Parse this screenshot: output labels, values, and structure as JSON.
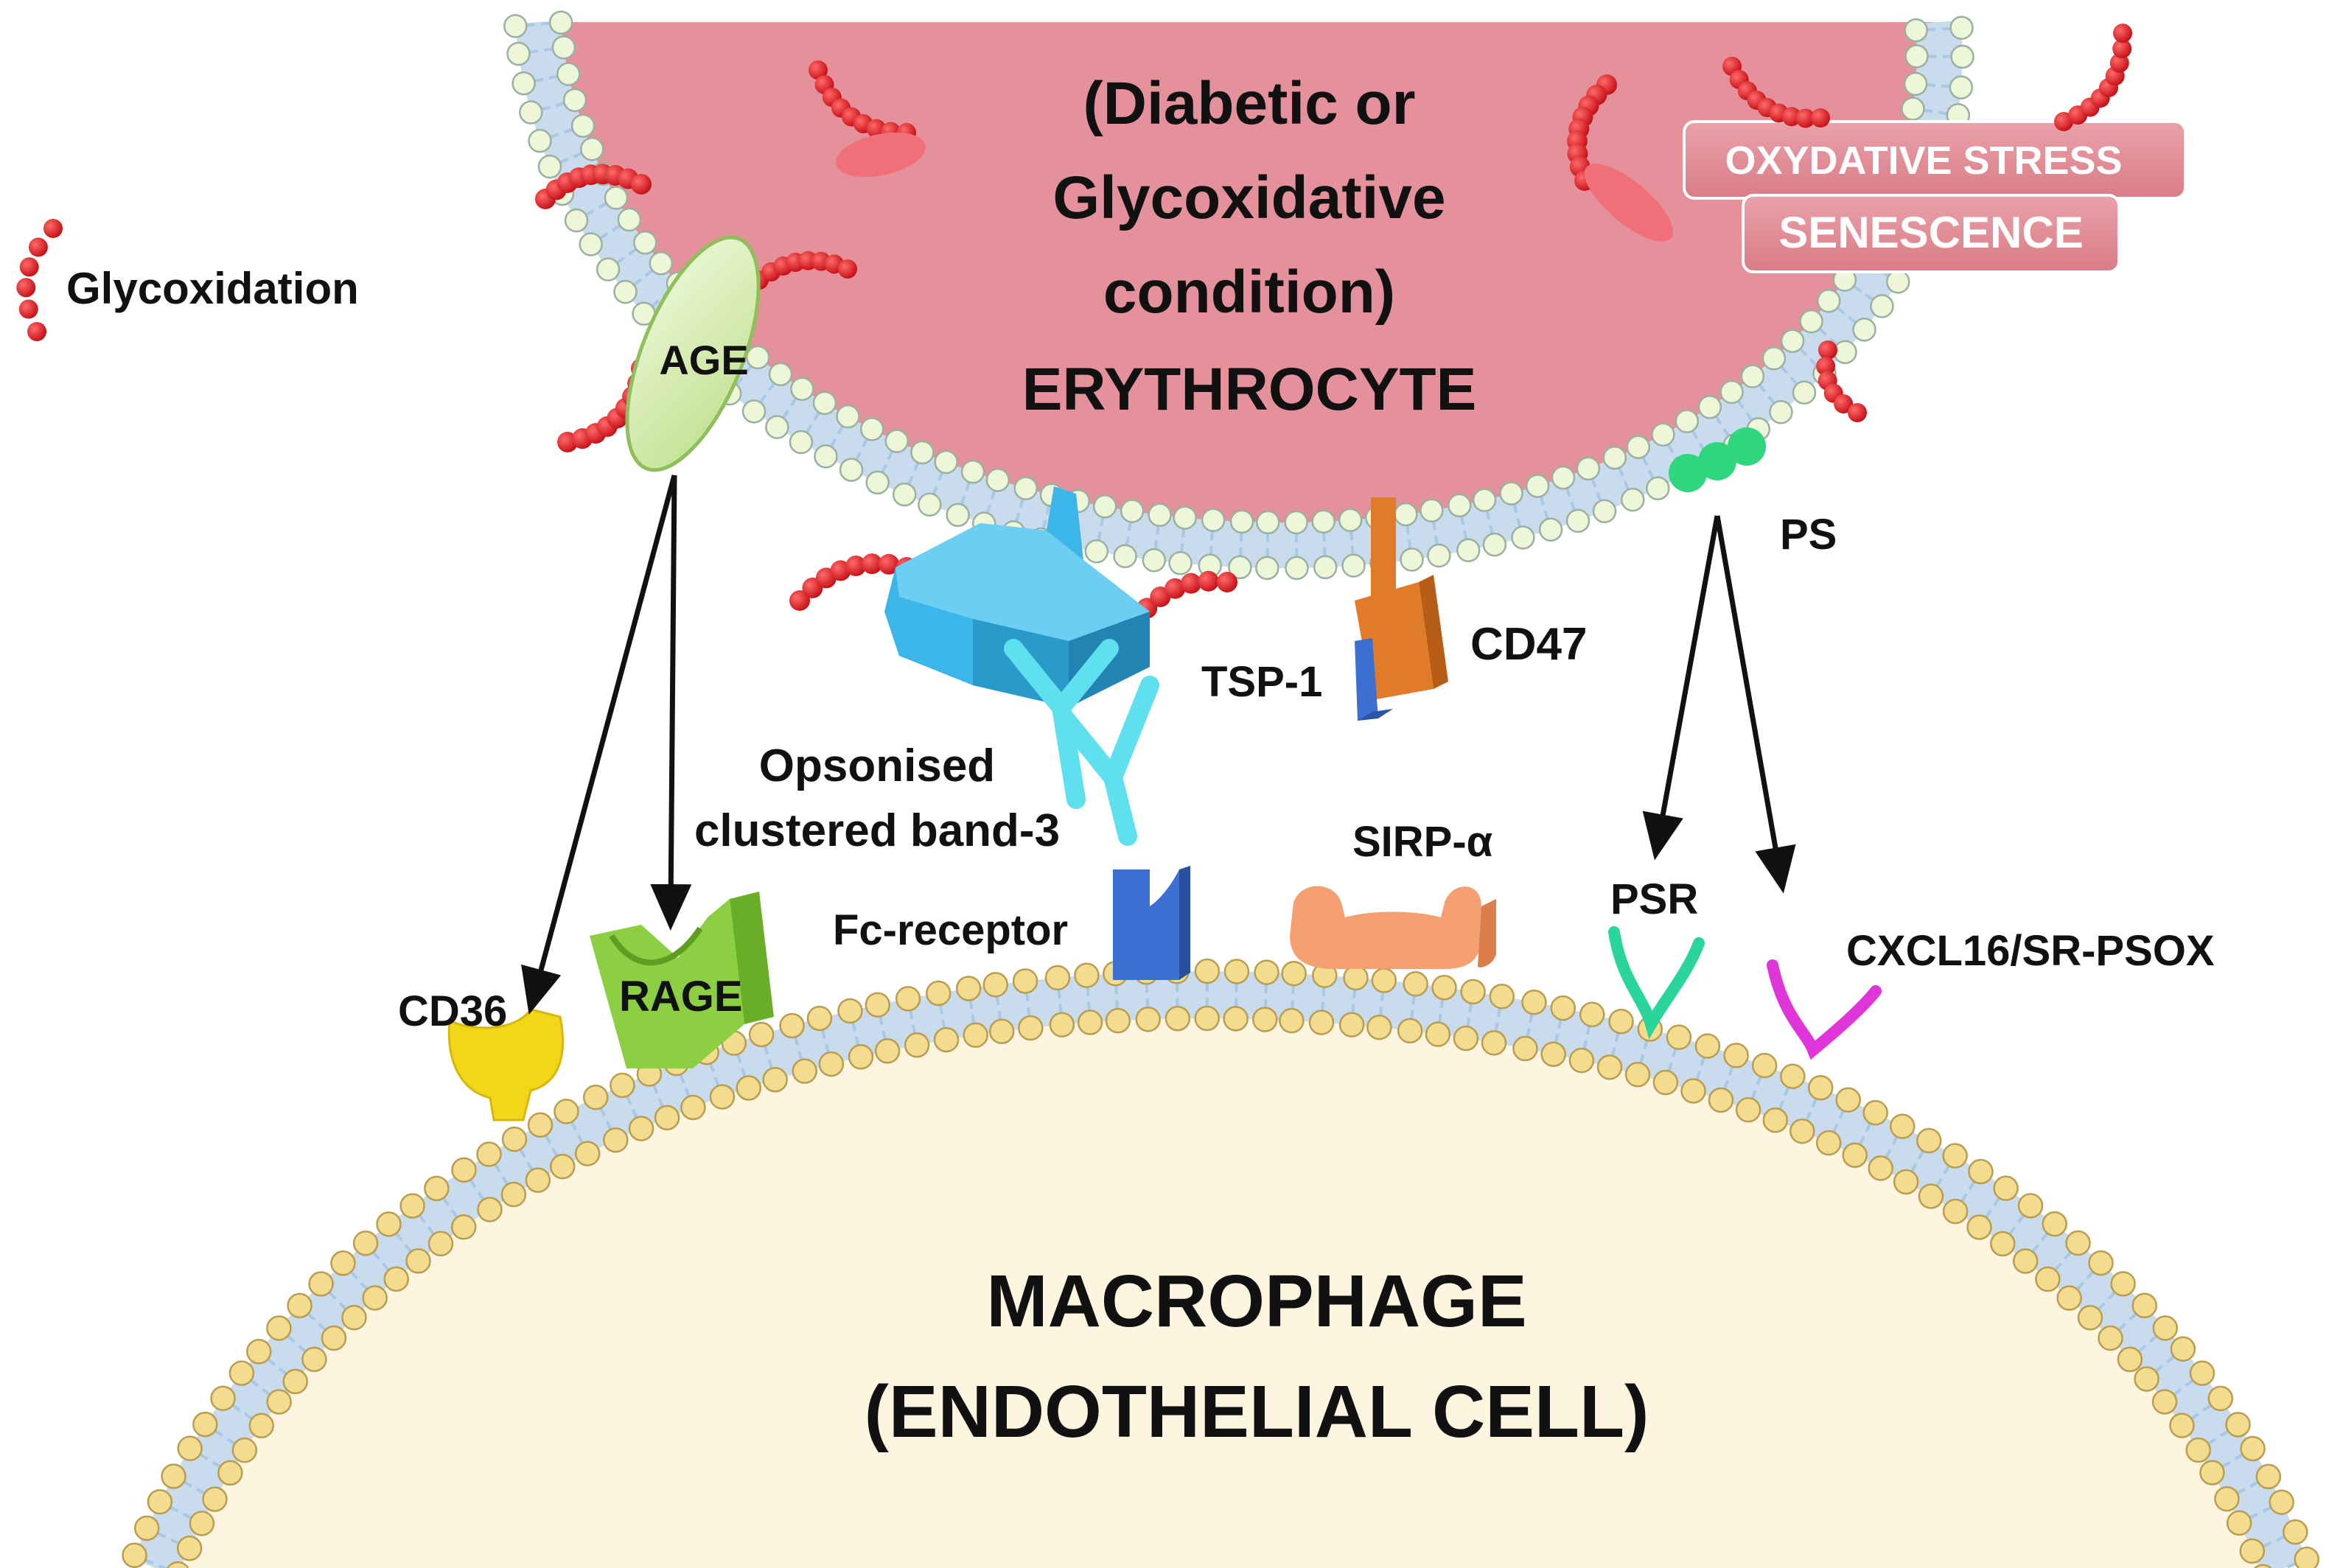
{
  "erythrocyte": {
    "lines": [
      "(Diabetic or",
      "Glycoxidative",
      "condition)",
      "ERYTHROCYTE"
    ]
  },
  "macrophage": {
    "lines": [
      "MACROPHAGE",
      "(ENDOTHELIAL CELL)"
    ]
  },
  "legend": {
    "glycoxidation": "Glycoxidation"
  },
  "tags": {
    "oxidative_stress": "OXYDATIVE  STRESS",
    "senescence": "SENESCENCE"
  },
  "labels": {
    "age": "AGE",
    "ps": "PS",
    "cd47": "CD47",
    "tsp1": "TSP-1",
    "opsonised_line1": "Opsonised",
    "opsonised_line2": "clustered band-3",
    "fc_receptor": "Fc-receptor",
    "sirp": "SIRP-α",
    "psr": "PSR",
    "cxcl16": "CXCL16/SR-PSOX",
    "cd36": "CD36",
    "rage": "RAGE"
  },
  "colors": {
    "erythrocyte_fill": "#e4919b",
    "erythrocyte_head": "#eef6d8",
    "macrophage_fill": "#fdf5e0",
    "macrophage_head": "#f3dc8e",
    "membrane_tail": "#a9c7e6",
    "glyco_bead": "#e0141b",
    "tag_fill": "#e6949c",
    "age": "#d6ecb4",
    "band3": "#3cb6e8",
    "antibody": "#5fe0ee",
    "cd47": "#e07b2a",
    "tsp1": "#3d6fd0",
    "fc": "#3b6fd2",
    "sirp": "#f5a070",
    "psr": "#2ad59c",
    "cxcl16": "#e035d8",
    "cd36": "#f3d61a",
    "rage": "#8ccf42",
    "ps": "#2ed67d"
  }
}
